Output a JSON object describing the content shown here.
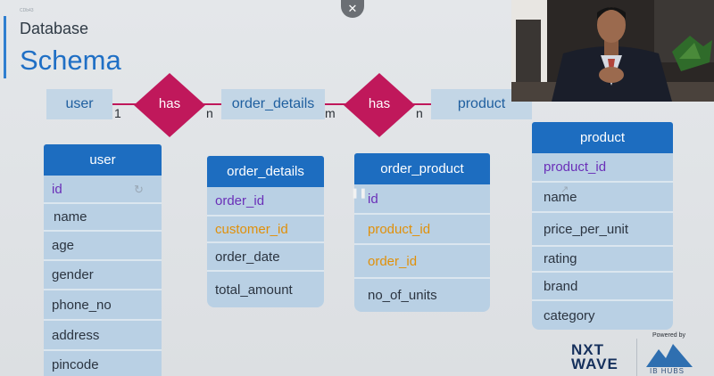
{
  "slide": {
    "corner_label": "CDb43",
    "title_line1": "Database",
    "title_line2": "Schema"
  },
  "er": {
    "entity_user": "user",
    "rel1": "has",
    "card_1": "1",
    "card_n1": "n",
    "entity_order": "order_details",
    "card_m": "m",
    "rel2": "has",
    "card_n2": "n",
    "entity_product": "product"
  },
  "tables": {
    "user": {
      "title": "user",
      "rows": [
        "id",
        "name",
        "age",
        "gender",
        "phone_no",
        "address",
        "pincode"
      ]
    },
    "order_details": {
      "title": "order_details",
      "rows": [
        "order_id",
        "customer_id",
        "order_date",
        "total_amount"
      ]
    },
    "order_product": {
      "title": "order_product",
      "rows": [
        "id",
        "product_id",
        "order_id",
        "no_of_units"
      ]
    },
    "product": {
      "title": "product",
      "rows": [
        "product_id",
        "name",
        "price_per_unit",
        "rating",
        "brand",
        "category"
      ]
    }
  },
  "controls": {
    "close_glyph": "✕",
    "reload_glyph": "↻",
    "pause_glyph": "❚❚",
    "cursor_glyph": "↗"
  },
  "branding": {
    "logo_line1": "NXT",
    "logo_line2": "WAVE",
    "powered_by": "Powered by",
    "ib_hubs": "IB HUBS"
  },
  "colors": {
    "accent_blue": "#1d6dc0",
    "relation_pink": "#c0185b",
    "key_purple": "#6a2fb8",
    "foreign_orange": "#e0900a"
  }
}
